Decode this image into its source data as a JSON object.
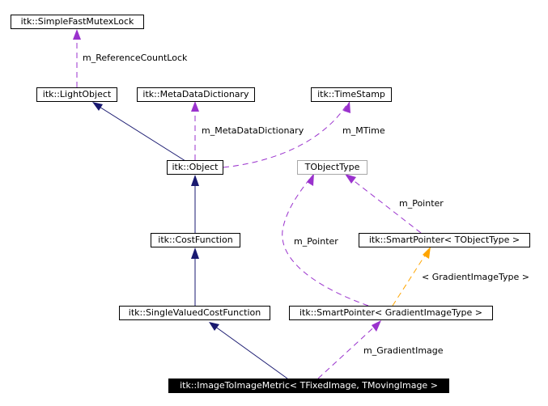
{
  "nodes": {
    "simple_fast_mutex_lock": "itk::SimpleFastMutexLock",
    "light_object": "itk::LightObject",
    "meta_data_dictionary": "itk::MetaDataDictionary",
    "time_stamp": "itk::TimeStamp",
    "object": "itk::Object",
    "t_object_type": "TObjectType",
    "cost_function": "itk::CostFunction",
    "smart_pointer_template": "itk::SmartPointer< TObjectType >",
    "single_valued_cost_function": "itk::SingleValuedCostFunction",
    "smart_pointer_gradient": "itk::SmartPointer< GradientImageType >",
    "image_to_image_metric": "itk::ImageToImageMetric< TFixedImage, TMovingImage >"
  },
  "edge_labels": {
    "reference_count_lock": "m_ReferenceCountLock",
    "meta_data_dictionary": "m_MetaDataDictionary",
    "m_time": "m_MTime",
    "pointer_template": "m_Pointer",
    "pointer_gradient": "m_Pointer",
    "template_argument": "< GradientImageType >",
    "gradient_image": "m_GradientImage"
  },
  "colors": {
    "inheritance": "#191970",
    "usage": "#9a32cd",
    "template_instance": "#ffa500",
    "focus_background": "#000000",
    "template_border": "#a8a8a8"
  }
}
